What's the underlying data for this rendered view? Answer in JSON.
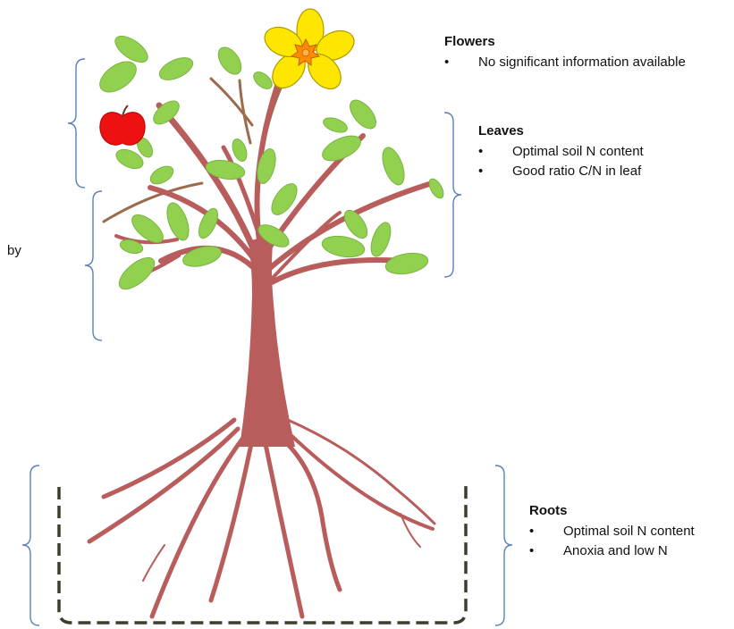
{
  "labels": {
    "flowers": {
      "title": "Flowers",
      "items": [
        "No significant information available"
      ]
    },
    "leaves": {
      "title": "Leaves",
      "items": [
        "Optimal soil N content",
        "Good ratio C/N in leaf"
      ]
    },
    "roots": {
      "title": "Roots",
      "items": [
        "Optimal soil N content",
        "Anoxia and low N"
      ]
    }
  },
  "side_note": "by",
  "colors": {
    "trunk": "#b85c5c",
    "leaf": "#92d050",
    "leaf_stroke": "#7cb342",
    "bracket": "#5b7fbf",
    "pot": "#3a3f2c",
    "flower_petal": "#ffe600",
    "flower_center": "#ff8c00",
    "apple": "#ee1111",
    "twig": "#9c6b4e"
  },
  "icons": [
    "flower-icon",
    "apple-icon",
    "leaf-icon",
    "pot-outline"
  ]
}
